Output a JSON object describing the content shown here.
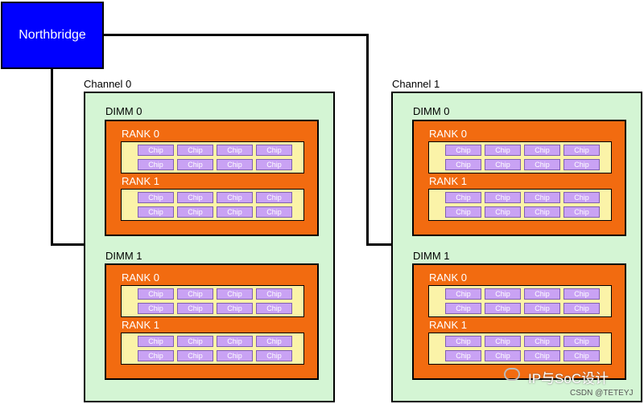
{
  "northbridge": {
    "label": "Northbridge"
  },
  "channels": [
    {
      "label": "Channel 0",
      "dimms": [
        {
          "label": "DIMM 0",
          "ranks": [
            {
              "label": "RANK 0",
              "chips": [
                "Chip",
                "Chip",
                "Chip",
                "Chip",
                "Chip",
                "Chip",
                "Chip",
                "Chip"
              ]
            },
            {
              "label": "RANK 1",
              "chips": [
                "Chip",
                "Chip",
                "Chip",
                "Chip",
                "Chip",
                "Chip",
                "Chip",
                "Chip"
              ]
            }
          ]
        },
        {
          "label": "DIMM 1",
          "ranks": [
            {
              "label": "RANK 0",
              "chips": [
                "Chip",
                "Chip",
                "Chip",
                "Chip",
                "Chip",
                "Chip",
                "Chip",
                "Chip"
              ]
            },
            {
              "label": "RANK 1",
              "chips": [
                "Chip",
                "Chip",
                "Chip",
                "Chip",
                "Chip",
                "Chip",
                "Chip",
                "Chip"
              ]
            }
          ]
        }
      ]
    },
    {
      "label": "Channel 1",
      "dimms": [
        {
          "label": "DIMM 0",
          "ranks": [
            {
              "label": "RANK 0",
              "chips": [
                "Chip",
                "Chip",
                "Chip",
                "Chip",
                "Chip",
                "Chip",
                "Chip",
                "Chip"
              ]
            },
            {
              "label": "RANK 1",
              "chips": [
                "Chip",
                "Chip",
                "Chip",
                "Chip",
                "Chip",
                "Chip",
                "Chip",
                "Chip"
              ]
            }
          ]
        },
        {
          "label": "DIMM 1",
          "ranks": [
            {
              "label": "RANK 0",
              "chips": [
                "Chip",
                "Chip",
                "Chip",
                "Chip",
                "Chip",
                "Chip",
                "Chip",
                "Chip"
              ]
            },
            {
              "label": "RANK 1",
              "chips": [
                "Chip",
                "Chip",
                "Chip",
                "Chip",
                "Chip",
                "Chip",
                "Chip",
                "Chip"
              ]
            }
          ]
        }
      ]
    }
  ],
  "watermark": {
    "title": "IP与SoC设计",
    "credit": "CSDN @TETEYJ"
  },
  "colors": {
    "northbridge": "#0000ff",
    "channel": "#d4f5d4",
    "dimm": "#f26b10",
    "rank": "#fbf3a8",
    "chip": "#c9a2f4"
  }
}
